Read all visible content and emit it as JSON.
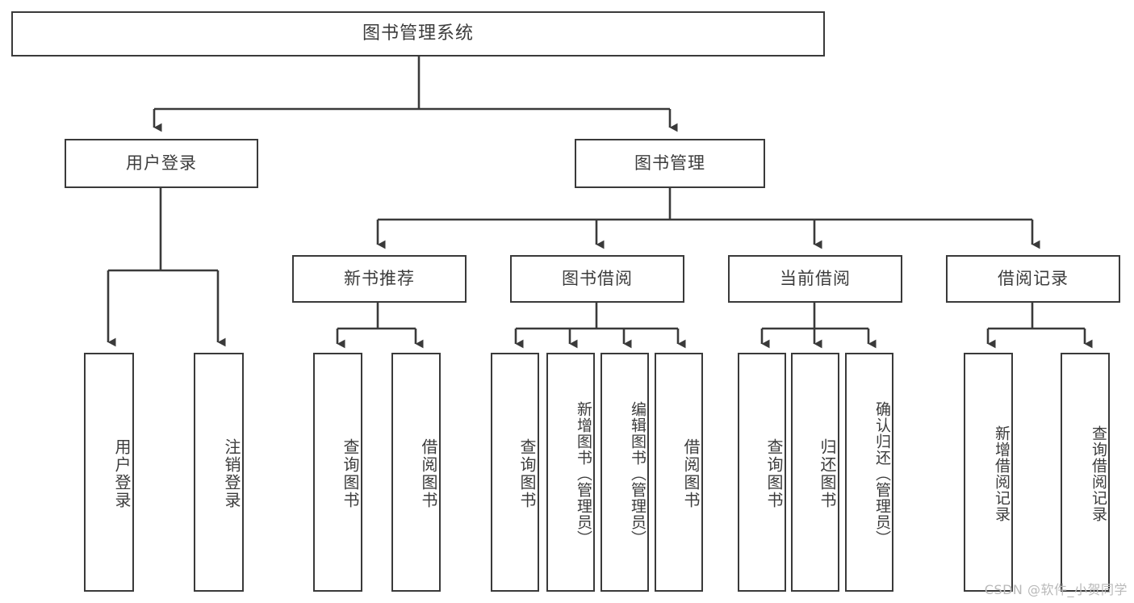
{
  "diagram": {
    "title": "图书管理系统",
    "type": "hierarchy-tree",
    "root": {
      "label": "图书管理系统"
    },
    "level1": [
      {
        "label": "用户登录"
      },
      {
        "label": "图书管理"
      }
    ],
    "level2": [
      {
        "label": "新书推荐"
      },
      {
        "label": "图书借阅"
      },
      {
        "label": "当前借阅"
      },
      {
        "label": "借阅记录"
      }
    ],
    "leaves": {
      "user_login": [
        {
          "label": "用户登录"
        },
        {
          "label": "注销登录"
        }
      ],
      "new_book_recommend": [
        {
          "label": "查询图书"
        },
        {
          "label": "借阅图书"
        }
      ],
      "book_borrow": [
        {
          "label": "查询图书"
        },
        {
          "label": "新增图书（管理员）"
        },
        {
          "label": "编辑图书（管理员）"
        },
        {
          "label": "借阅图书"
        }
      ],
      "current_borrow": [
        {
          "label": "查询图书"
        },
        {
          "label": "归还图书"
        },
        {
          "label": "确认归还（管理员）"
        }
      ],
      "borrow_record": [
        {
          "label": "新增借阅记录"
        },
        {
          "label": "查询借阅记录"
        }
      ]
    }
  },
  "watermark": {
    "text": "CSDN @软件_小贺同学"
  },
  "colors": {
    "border": "#3a3a3a",
    "text": "#3c3c3c",
    "background": "#ffffff",
    "watermark": "#b9b9b9"
  }
}
